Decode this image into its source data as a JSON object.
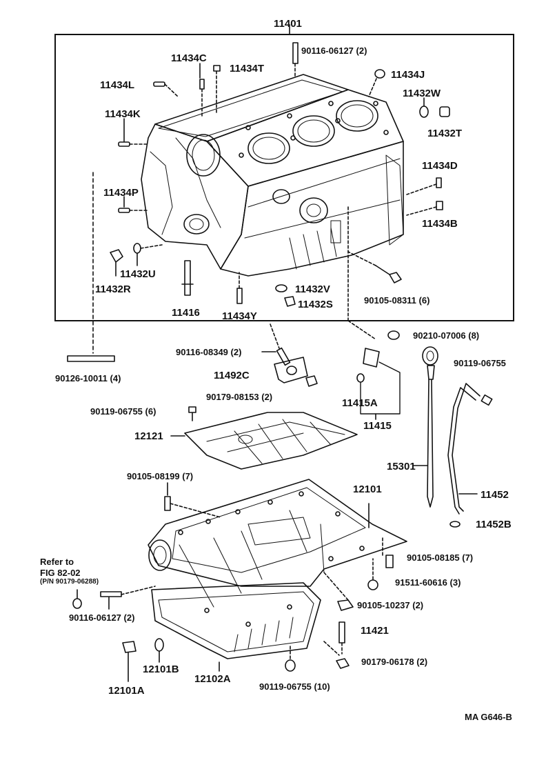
{
  "diagram": {
    "group_number": "11401",
    "figure_code": "MA  G646-B",
    "refer_note": {
      "line1": "Refer to",
      "line2": "FIG 82-02",
      "line3": "(P/N 90179-06288)"
    },
    "labels": {
      "p90116_06127_2_top": "90116-06127 (2)",
      "p11434C": "11434C",
      "p11434T": "11434T",
      "p11434J": "11434J",
      "p11434L": "11434L",
      "p11432W": "11432W",
      "p11434K": "11434K",
      "p11432T": "11432T",
      "p11434D": "11434D",
      "p11434P": "11434P",
      "p11434B": "11434B",
      "p11432U": "11432U",
      "p11432R": "11432R",
      "p11432V": "11432V",
      "p11416": "11416",
      "p11434Y": "11434Y",
      "p11432S": "11432S",
      "p90105_08311": "90105-08311 (6)",
      "p90210_07006": "90210-07006 (8)",
      "p90116_08349": "90116-08349 (2)",
      "p90119_06755_right": "90119-06755",
      "p11492C": "11492C",
      "p90126_10011": "90126-10011 (4)",
      "p90179_08153": "90179-08153 (2)",
      "p11415A": "11415A",
      "p90119_06755_6": "90119-06755 (6)",
      "p11415": "11415",
      "p12121": "12121",
      "p15301": "15301",
      "p90105_08199": "90105-08199 (7)",
      "p12101": "12101",
      "p11452": "11452",
      "p11452B": "11452B",
      "p90105_08185": "90105-08185 (7)",
      "p91511_60616": "91511-60616 (3)",
      "p90116_06127_2_bottom": "90116-06127 (2)",
      "p90105_10237": "90105-10237 (2)",
      "p11421": "11421",
      "p90179_06178": "90179-06178 (2)",
      "p12101B": "12101B",
      "p12102A": "12102A",
      "p90119_06755_10": "90119-06755 (10)",
      "p12101A": "12101A"
    }
  }
}
